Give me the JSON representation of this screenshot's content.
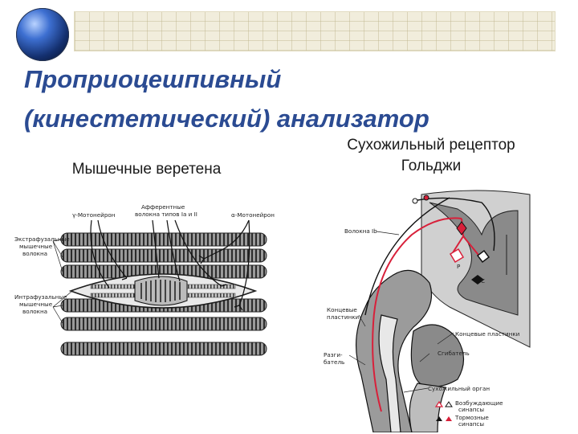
{
  "title": {
    "line1": "Проприоцешпивный",
    "line2": "(кинестетический) анализатор"
  },
  "left": {
    "caption": "Мышечные веретена",
    "labels": {
      "gamma_motoneuron": "γ-Мотонейрон",
      "afferent_line1": "Афферентные",
      "afferent_line2": "волокна типов Ia и II",
      "alpha_motoneuron": "α-Мотонейрон",
      "extrafusal_line1": "Экстрафузальные",
      "extrafusal_line2": "мышечные",
      "extrafusal_line3": "волокна",
      "intrafusal_line1": "Интрафузальные",
      "intrafusal_line2": "мышечные",
      "intrafusal_line3": "волокна"
    }
  },
  "right": {
    "caption_line1": "Сухожильный рецептор",
    "caption_line2": "Гольджи",
    "labels": {
      "fiber_ib": "Волокна Ib",
      "end_plates_line1": "Концевые",
      "end_plates_line2": "пластинки",
      "end_plates_right": "Концевые пластинки",
      "extensor_line1": "Разги-",
      "extensor_line2": "батель",
      "flexor": "Сгибатель",
      "tendon_organ": "Сухожильный орган",
      "excitatory_line1": "Возбуждающие",
      "excitatory_line2": "синапсы",
      "inhibitory_line1": "Тормозные",
      "inhibitory_line2": "синапсы",
      "p_letter": "Р",
      "c_letter": "С"
    }
  },
  "colors": {
    "title": "#2b4b92",
    "red_pathway": "#d8203a",
    "grey_matter": "#8a8a8a"
  }
}
